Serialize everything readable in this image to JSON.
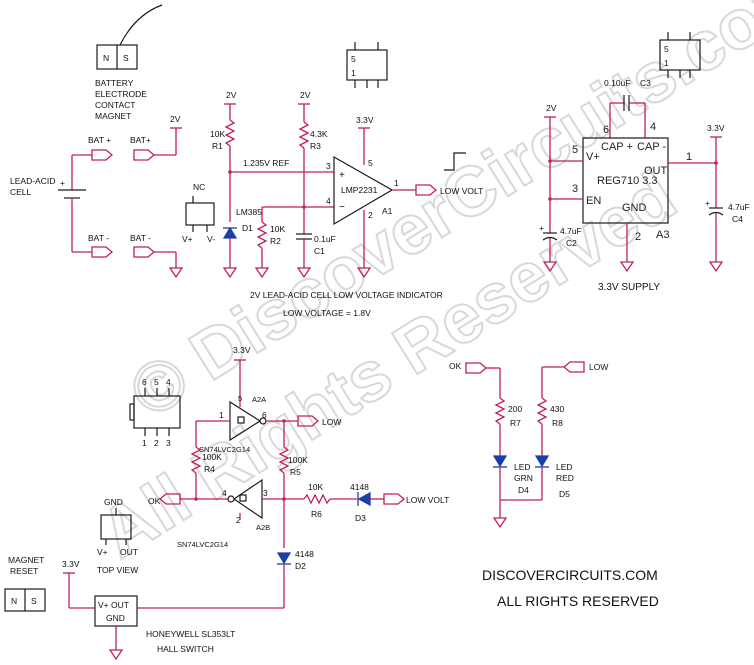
{
  "watermark": {
    "line1": "© DiscoverCircuits.com",
    "line2": "All Rights Reserved"
  },
  "magnet_top": {
    "n": "N",
    "s": "S",
    "label1": "BATTERY",
    "label2": "ELECTRODE",
    "label3": "CONTACT",
    "label4": "MAGNET"
  },
  "cell": {
    "label1": "LEAD-ACID",
    "label2": "CELL",
    "plus": "+",
    "bat_plus1": "BAT +",
    "bat_plus2": "BAT+",
    "bat_minus1": "BAT -",
    "bat_minus2": "BAT -",
    "v2": "2V"
  },
  "lm385": {
    "nc": "NC",
    "vplus": "V+",
    "vminus": "V-",
    "name": "LM385",
    "ref": "D1"
  },
  "r1": {
    "rail": "2V",
    "value": "10K",
    "ref": "R1"
  },
  "r3": {
    "rail": "2V",
    "value": "4.3K",
    "ref": "R3"
  },
  "r2": {
    "value": "10K",
    "ref": "R2"
  },
  "c1": {
    "value": "0.1uF",
    "ref": "C1"
  },
  "ref_label": "1.235V REF",
  "comparator": {
    "rail": "3.3V",
    "name": "LMP2231",
    "ref": "A1",
    "pin1": "1",
    "pin2": "2",
    "pin3": "3",
    "pin4": "4",
    "pin5": "5",
    "plus": "+",
    "minus": "−",
    "out": "LOW VOLT"
  },
  "pkg5a": {
    "p5": "5",
    "p1": "1"
  },
  "pkg5b": {
    "p5": "5",
    "p1": "1"
  },
  "indicator_title": "2V LEAD-ACID CELL LOW VOLTAGE INDICATOR",
  "indicator_sub": "LOW VOLTAGE = 1.8V",
  "regulator": {
    "c3": "0.10uF",
    "c3ref": "C3",
    "pin6": "6",
    "pin4": "4",
    "pin5": "5",
    "pin3": "3",
    "pin1": "1",
    "pin2": "2",
    "vplus": "V+",
    "cap_plus": "CAP +",
    "cap_minus": "CAP -",
    "out": "OUT",
    "name": "REG710 3.3",
    "en": "EN",
    "gnd": "GND",
    "ref": "A3",
    "rail_in": "2V",
    "rail_out": "3.3V",
    "c2": "4.7uF",
    "c2ref": "C2",
    "c4": "4.7uF",
    "c4ref": "C4",
    "title": "3.3V SUPPLY"
  },
  "schmitt": {
    "rail": "3.3V",
    "p6": "6",
    "p5": "5",
    "p4": "4",
    "p1": "1",
    "p2": "2",
    "p3": "3",
    "a2a": "A2A",
    "a2b": "A2B",
    "part1": "SN74LVC2G14",
    "part2": "SN74LVC2G14",
    "pinA1": "1",
    "pinA6": "6",
    "pinA5": "5",
    "pinB4": "4",
    "pinB3": "3",
    "pinB2": "2",
    "low": "LOW",
    "ok": "OK",
    "r4v": "100K",
    "r4ref": "R4",
    "r5v": "100K",
    "r5ref": "R5",
    "r6v": "10K",
    "r6ref": "R6",
    "d3v": "4148",
    "d3ref": "D3",
    "low_volt": "LOW VOLT",
    "d2v": "4148",
    "d2ref": "D2"
  },
  "topview": {
    "gnd": "GND",
    "vplus": "V+",
    "out": "OUT",
    "label": "TOP VIEW"
  },
  "hall": {
    "mr1": "MAGNET",
    "mr2": "RESET",
    "n": "N",
    "s": "S",
    "rail": "3.3V",
    "vplus_out": "V+  OUT",
    "gnd": "GND",
    "name": "HONEYWELL SL353LT",
    "name2": "HALL SWITCH"
  },
  "leds": {
    "ok": "OK",
    "low": "LOW",
    "r7v": "200",
    "r7ref": "R7",
    "r8v": "430",
    "r8ref": "R8",
    "d4a": "LED",
    "d4b": "GRN",
    "d4ref": "D4",
    "d5a": "LED",
    "d5b": "RED",
    "d5ref": "D5"
  },
  "footer": {
    "line1": "DISCOVERCIRCUITS.COM",
    "line2": "ALL RIGHTS RESERVED"
  }
}
